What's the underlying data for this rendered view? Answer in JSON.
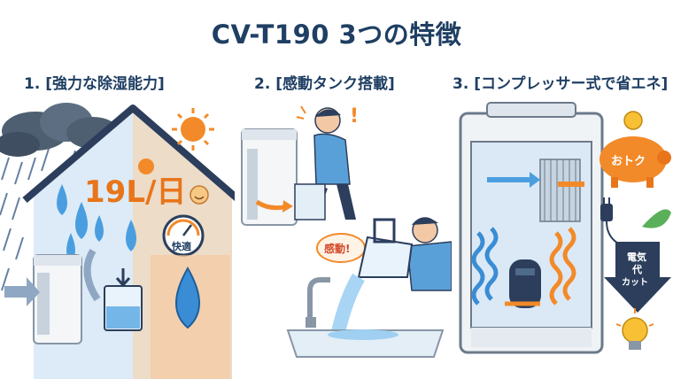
{
  "title": "CV-T190 3つの特徴",
  "features": [
    {
      "heading": "1. [強力な除湿能力]",
      "capacity_text": "19L/日",
      "comfort_label": "快適"
    },
    {
      "heading": "2. [感動タンク搭載]",
      "exclaim": "!",
      "bubble": "感動!"
    },
    {
      "heading": "3. [コンプレッサー式で省エネ]",
      "savings_label": "おトク",
      "electricity_label_1": "電気",
      "electricity_label_2": "代",
      "electricity_label_3": "カット"
    }
  ],
  "colors": {
    "title": "#1f3f63",
    "accent_orange": "#f28a2a",
    "water_blue": "#4a9ee0",
    "dark_navy": "#2c3e5c"
  },
  "icons": [
    "rain-cloud-icon",
    "sun-icon",
    "water-drop-icon",
    "gauge-icon",
    "smile-icon",
    "piggy-bank-icon",
    "coin-icon",
    "leaf-icon",
    "plug-icon",
    "lightbulb-icon",
    "down-arrow-icon",
    "faucet-icon",
    "compressor-icon"
  ]
}
